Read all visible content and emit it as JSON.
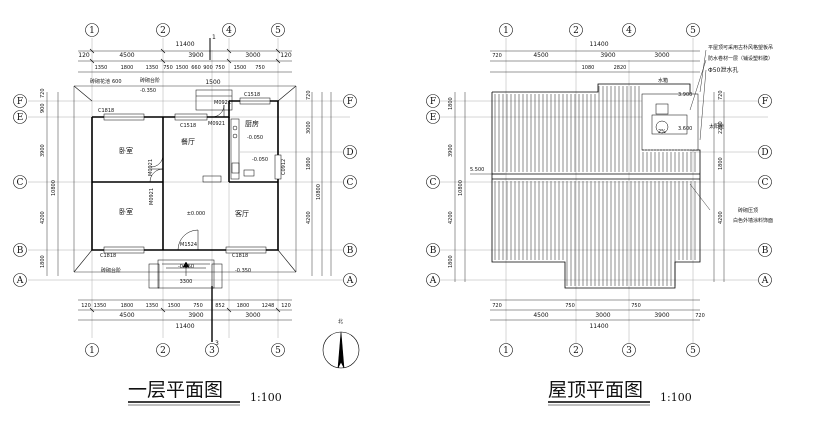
{
  "plan": {
    "columns": [
      "1",
      "2",
      "3",
      "4",
      "5"
    ],
    "rows": [
      "A",
      "B",
      "C",
      "D",
      "E",
      "F"
    ],
    "total_width": "11400",
    "top_segments": [
      "4500",
      "3900",
      "3000"
    ],
    "top_detail": [
      "1350",
      "1800",
      "1350",
      "750",
      "1500",
      "660",
      "900",
      "750",
      "1500",
      "750"
    ],
    "bottom_segments": [
      "4500",
      "3900",
      "3000"
    ],
    "bottom_detail": [
      "1350",
      "1800",
      "1350",
      "1500",
      "750",
      "852",
      "1800",
      "1248"
    ],
    "edge": "120",
    "left_dims": [
      "1800",
      "4200",
      "3900",
      "900",
      "720"
    ],
    "left_total": "10800",
    "right_dims": [
      "4200",
      "1800",
      "3000",
      "720"
    ],
    "right_total": "10800",
    "section_mark_top": "1",
    "section_mark_bottom": "3",
    "labels": {
      "bedroom_top": "卧室",
      "bedroom_bottom": "卧室",
      "dining": "餐厅",
      "kitchen": "厨房",
      "living": "客厅",
      "wall_note": "砖砌台阶",
      "wall_note_b": "砖砌台阶",
      "ventilation": "砖砌花池",
      "elev_main": "±0.000",
      "elev_k1": "-0.050",
      "elev_k2": "-0.050",
      "elev_out": "-0.350",
      "elev_out2": "-0.350",
      "elev_top": "-0.350",
      "win1": "C1818",
      "win2": "C1818",
      "win3": "C1518",
      "win4": "C1518",
      "win5": "C1818",
      "win6": "C1818",
      "door1": "M0921",
      "door2": "M0921",
      "door3": "M1524",
      "door4": "M0921",
      "door5": "M0921",
      "c0912": "C0912",
      "steps": "3300",
      "dim600": "600",
      "dim_h": "1500"
    },
    "title": "一层平面图",
    "scale": "1:100"
  },
  "roof": {
    "columns": [
      "1",
      "2",
      "3",
      "4",
      "5"
    ],
    "rows": [
      "A",
      "B",
      "C",
      "D",
      "E",
      "F"
    ],
    "total_width": "11400",
    "top_segments": [
      "4500",
      "3900",
      "3000"
    ],
    "top_detail": [
      "1080",
      "2820"
    ],
    "bottom_segments": [
      "4500",
      "3000",
      "3900"
    ],
    "bottom_detail": [
      "750",
      "750"
    ],
    "edge": "720",
    "left_dims": [
      "1800",
      "4200",
      "3900",
      "1800"
    ],
    "left_total": "10800",
    "right_dims": [
      "4200",
      "1800",
      "2280",
      "720"
    ],
    "notes": {
      "n1": "平屋顶可采用古朴风格望板吊",
      "n2": "防水卷材一层（铺设塑料膜）",
      "n3": "Φ50泄水孔",
      "water_tank": "水箱",
      "solar": "太阳能",
      "elev1": "3.900",
      "elev2": "3.600",
      "elev3": "5.500",
      "edge_note1": "砖砌压顶",
      "edge_note2": "白色外墙涂料饰面",
      "pct": "2%"
    },
    "title": "屋顶平面图",
    "scale": "1:100"
  },
  "north": {
    "label": "北"
  }
}
